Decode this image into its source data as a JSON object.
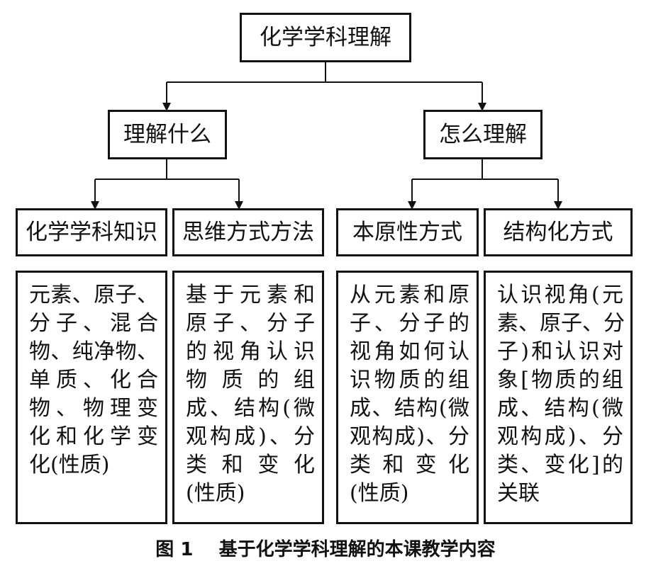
{
  "root": {
    "label": "化学学科理解"
  },
  "branches": [
    {
      "label": "理解什么"
    },
    {
      "label": "怎么理解"
    }
  ],
  "leaves": [
    {
      "label": "化学学科知识",
      "content_lines": [
        "元素、原子、",
        "分子、混合",
        "物、纯净物、",
        "单质、化合",
        "物、物理变",
        "化和化学变",
        "化(性质)"
      ]
    },
    {
      "label": "思维方式方法",
      "content_lines": [
        "基于元素和",
        "原子、分子",
        "的视角认识",
        "物质的组",
        "成、结构(微",
        "观构成)、分",
        "类和变化",
        "(性质)"
      ]
    },
    {
      "label": "本原性方式",
      "content_lines": [
        "从元素和原",
        "子、分子的",
        "视角如何认",
        "识物质的组",
        "成、结构(微",
        "观构成)、分",
        "类和变化",
        "(性质)"
      ]
    },
    {
      "label": "结构化方式",
      "content_lines": [
        "认识视角(元",
        "素、原子、分",
        "子)和认识对",
        "象[物质的组",
        "成、结构(微",
        "观构成)、分",
        "类、变化]的",
        "关联"
      ]
    }
  ],
  "caption": {
    "figure_no": "图 1",
    "title": "基于化学学科理解的本课教学内容"
  },
  "colors": {
    "line": "#111111",
    "background": "#ffffff"
  }
}
